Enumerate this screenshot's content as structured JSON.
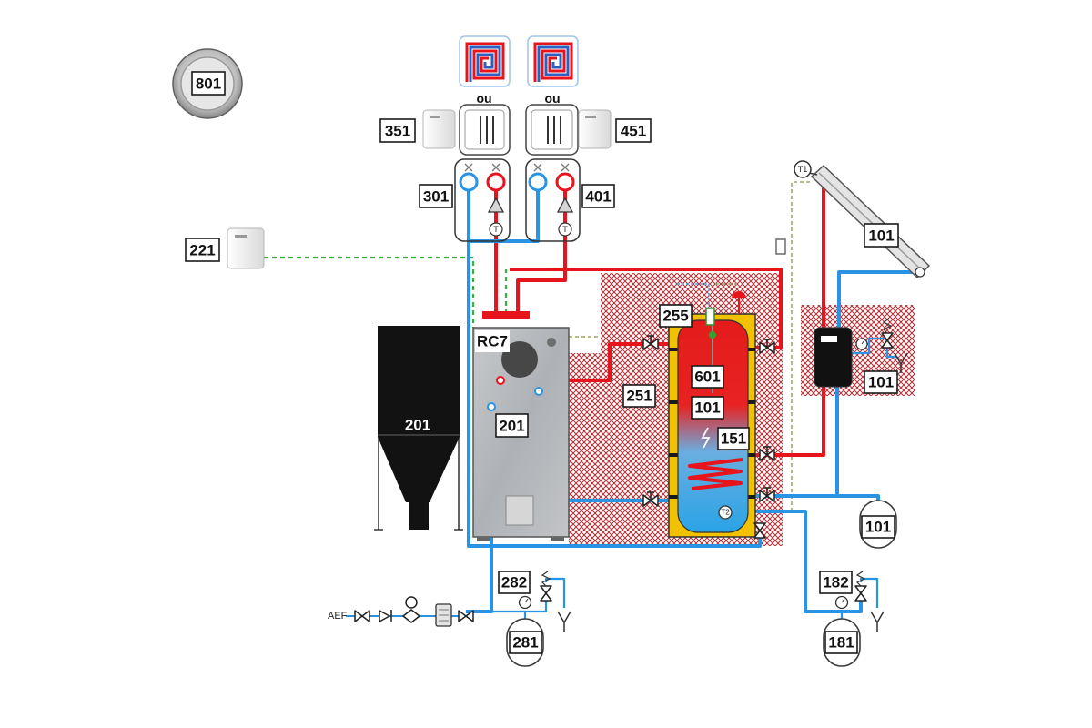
{
  "labels": {
    "l801": "801",
    "ou_left": "ou",
    "ou_right": "ou",
    "l351": "351",
    "l451": "451",
    "l301": "301",
    "l401": "401",
    "l221": "221",
    "l101_collector": "101",
    "t1": "T1",
    "t2": "T2",
    "pump_t_left": "T",
    "pump_t_right": "T",
    "rc7": "RC7",
    "l201_silo": "201",
    "l201_boiler": "201",
    "l251": "251",
    "l255": "255",
    "l601": "601",
    "l101_tank": "101",
    "l151": "151",
    "l101_station": "101",
    "l101_vessel": "101",
    "l282": "282",
    "l281": "281",
    "l182": "182",
    "l181": "181",
    "aef": "AEF"
  },
  "colors": {
    "hot_pipe": "#e8141c",
    "cold_pipe": "#2b93e3",
    "signal_line": "#33b533",
    "tank_shell": "#f2c200",
    "hatch": "#b5343a"
  },
  "icons": [
    "room-thermostat-icon",
    "floor-heating-icon",
    "radiator-icon",
    "pump-group-icon",
    "solar-collector-icon",
    "pellet-silo-icon",
    "boiler-icon",
    "storage-tank-icon",
    "expansion-vessel-icon",
    "valve-icon",
    "pressure-gauge-icon",
    "funnel-icon"
  ]
}
